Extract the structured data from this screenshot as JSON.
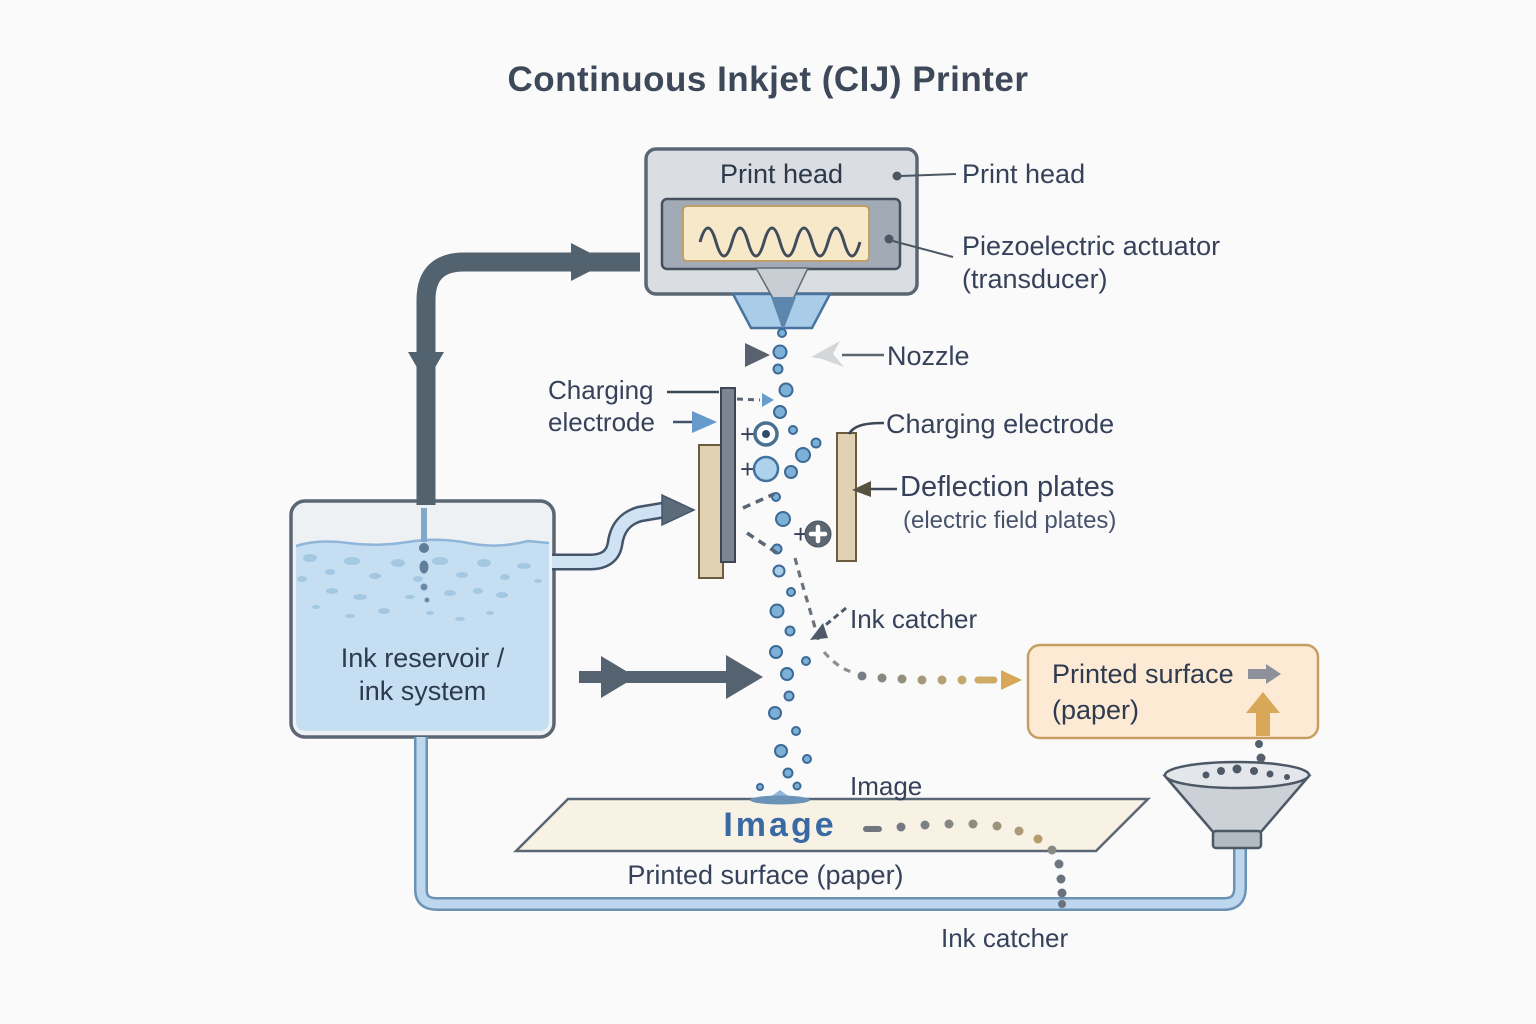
{
  "title": "Continuous Inkjet (CIJ) Printer",
  "labels": {
    "print_head_box": "Print head",
    "print_head": "Print head",
    "piezo1": "Piezoelectric actuator",
    "piezo2": "(transducer)",
    "nozzle": "Nozzle",
    "charging_left1": "Charging",
    "charging_left2": "electrode",
    "charging_right": "Charging electrode",
    "deflection1": "Deflection plates",
    "deflection2": "(electric field plates)",
    "ink_catcher_mid": "Ink catcher",
    "ink_catcher_bottom": "Ink catcher",
    "image_annotation": "Image",
    "image_on_paper": "Image",
    "printed_surface_caption": "Printed surface (paper)",
    "reservoir1": "Ink reservoir /",
    "reservoir2": "ink system",
    "printed_box1": "Printed surface",
    "printed_box2": "(paper)"
  },
  "symbols": {
    "plus": "+"
  },
  "icons": {
    "printed_box_arrow_icon": "right-arrow",
    "up_arrow_icon": "up-arrow",
    "nozzle_pointer_icon": "left-arrow",
    "ink_catcher_pointer_icon": "down-left-arrow"
  },
  "colors": {
    "ink_blue": "#7db0d6",
    "ink_blue_stroke": "#3c6a97",
    "pipe_dark": "#55626f",
    "tube_light_blue": "#cfe2f3",
    "plate_tan": "#e2d2b4",
    "accent_tan": "#d9a758",
    "printed_box_fill": "#fcead4",
    "printed_box_border": "#c79e62",
    "reservoir_liquid": "#c5def2",
    "text": "#37425a"
  }
}
